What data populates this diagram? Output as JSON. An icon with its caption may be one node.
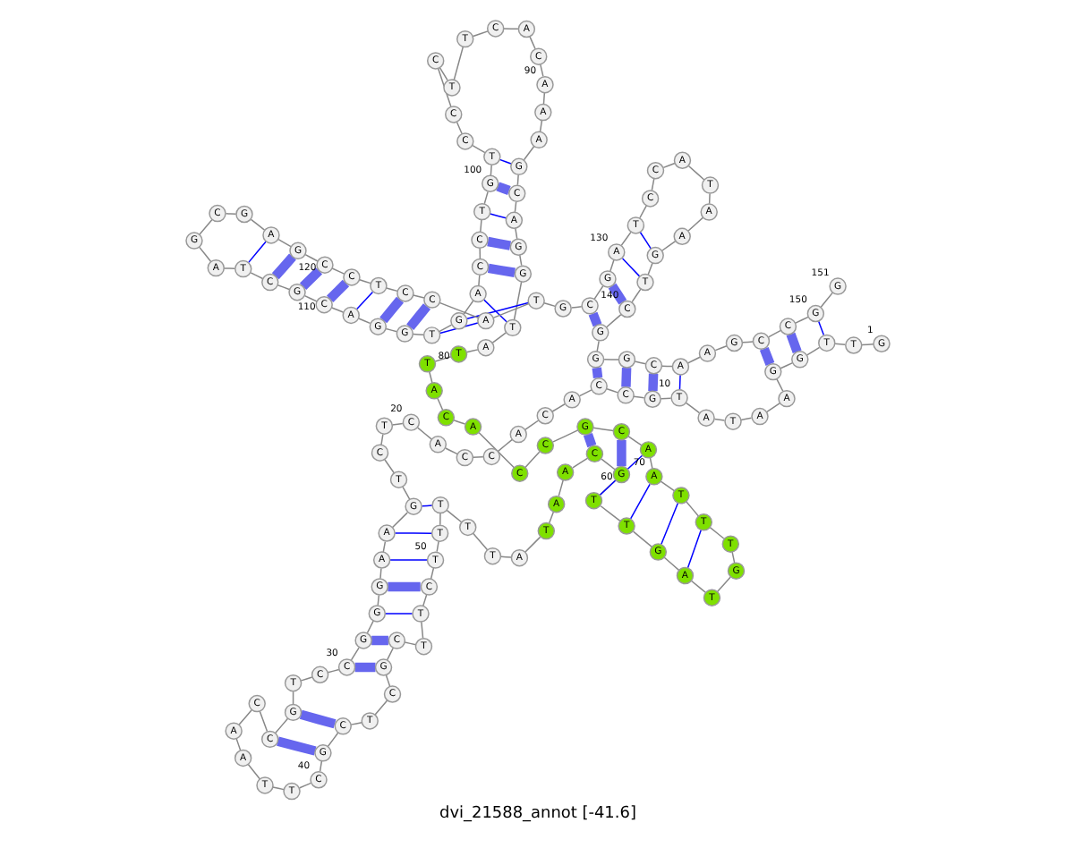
{
  "diagram": {
    "title": "dvi_21588_annot [-41.6]",
    "nodes": [
      {
        "text": [
          "G"
        ],
        "beside": [
          "1"
        ]
      },
      {
        "text": [
          "T"
        ]
      },
      {
        "text": [
          "T"
        ]
      },
      {
        "text": [
          "G"
        ]
      },
      {
        "text": [
          "G"
        ]
      },
      {
        "text": [
          "A"
        ]
      },
      {
        "text": [
          "A"
        ]
      },
      {
        "text": [
          "T"
        ]
      },
      {
        "text": [
          "A"
        ]
      },
      {
        "text": [
          "T"
        ],
        "beside": [
          "10"
        ]
      },
      {
        "text": [
          "G"
        ]
      },
      {
        "text": [
          "C"
        ]
      },
      {
        "text": [
          "C"
        ]
      },
      {
        "text": [
          "A"
        ]
      },
      {
        "text": [
          "C"
        ]
      },
      {
        "text": [
          "A"
        ]
      },
      {
        "text": [
          "C"
        ]
      },
      {
        "text": [
          "C"
        ]
      },
      {
        "text": [
          "A"
        ]
      },
      {
        "text": [
          "C"
        ],
        "beside": [
          "20"
        ]
      },
      {
        "text": [
          "T"
        ]
      },
      {
        "text": [
          "C"
        ]
      },
      {
        "text": [
          "T"
        ]
      },
      {
        "text": [
          "G"
        ]
      },
      {
        "text": [
          "A"
        ]
      },
      {
        "text": [
          "A"
        ]
      },
      {
        "text": [
          "G"
        ]
      },
      {
        "text": [
          "G"
        ]
      },
      {
        "text": [
          "G"
        ]
      },
      {
        "text": [
          "C"
        ],
        "beside": [
          "30"
        ]
      },
      {
        "text": [
          "C"
        ]
      },
      {
        "text": [
          "T"
        ]
      },
      {
        "text": [
          "G"
        ]
      },
      {
        "text": [
          "C"
        ]
      },
      {
        "text": [
          "C"
        ]
      },
      {
        "text": [
          "A"
        ]
      },
      {
        "text": [
          "A"
        ]
      },
      {
        "text": [
          "T"
        ]
      },
      {
        "text": [
          "T"
        ]
      },
      {
        "text": [
          "C"
        ],
        "beside": [
          "40"
        ]
      },
      {
        "text": [
          "G"
        ]
      },
      {
        "text": [
          "C"
        ]
      },
      {
        "text": [
          "T"
        ]
      },
      {
        "text": [
          "C"
        ]
      },
      {
        "text": [
          "G"
        ]
      },
      {
        "text": [
          "C"
        ]
      },
      {
        "text": [
          "T"
        ]
      },
      {
        "text": [
          "T"
        ]
      },
      {
        "text": [
          "C"
        ]
      },
      {
        "text": [
          "T"
        ],
        "beside": [
          "50"
        ]
      },
      {
        "text": [
          "T"
        ]
      },
      {
        "text": [
          "T"
        ]
      },
      {
        "text": [
          "T"
        ]
      },
      {
        "text": [
          "T"
        ]
      },
      {
        "text": [
          "A"
        ]
      },
      {
        "text": [
          "T"
        ]
      },
      {
        "text": [
          "A"
        ]
      },
      {
        "text": [
          "A"
        ]
      },
      {
        "text": [
          "C"
        ]
      },
      {
        "text": [
          "G"
        ],
        "beside": [
          "60"
        ]
      },
      {
        "text": [
          "T"
        ]
      },
      {
        "text": [
          "T"
        ]
      },
      {
        "text": [
          "G"
        ]
      },
      {
        "text": [
          "A"
        ]
      },
      {
        "text": [
          "T"
        ]
      },
      {
        "text": [
          "G"
        ]
      },
      {
        "text": [
          "T"
        ]
      },
      {
        "text": [
          "T"
        ]
      },
      {
        "text": [
          "T"
        ]
      },
      {
        "text": [
          "A"
        ],
        "beside": [
          "70"
        ]
      },
      {
        "text": [
          "A"
        ]
      },
      {
        "text": [
          "C"
        ]
      },
      {
        "text": [
          "G"
        ]
      },
      {
        "text": [
          "C"
        ]
      },
      {
        "text": [
          "C"
        ]
      },
      {
        "text": [
          "A"
        ]
      },
      {
        "text": [
          "C"
        ]
      },
      {
        "text": [
          "A"
        ]
      },
      {
        "text": [
          "T"
        ]
      },
      {
        "text": [
          "T"
        ],
        "beside": [
          "80"
        ]
      },
      {
        "text": [
          "A"
        ]
      },
      {
        "text": [
          "T"
        ]
      },
      {
        "text": [
          "G"
        ]
      },
      {
        "text": [
          "G"
        ]
      },
      {
        "text": [
          "A"
        ]
      },
      {
        "text": [
          "C"
        ]
      },
      {
        "text": [
          "G"
        ]
      },
      {
        "text": [
          "A"
        ]
      },
      {
        "text": [
          "A"
        ]
      },
      {
        "text": [
          "A"
        ],
        "beside": [
          "90"
        ]
      },
      {
        "text": [
          "C"
        ]
      },
      {
        "text": [
          "A"
        ]
      },
      {
        "text": [
          "C"
        ]
      },
      {
        "text": [
          "T"
        ]
      },
      {
        "text": [
          "T"
        ]
      },
      {
        "text": [
          "C"
        ]
      },
      {
        "text": [
          "C"
        ]
      },
      {
        "text": [
          "C"
        ]
      },
      {
        "text": [
          "T"
        ]
      },
      {
        "text": [
          "G"
        ],
        "beside": [
          "100"
        ]
      },
      {
        "text": [
          "T"
        ]
      },
      {
        "text": [
          "C"
        ]
      },
      {
        "text": [
          "C"
        ]
      },
      {
        "text": [
          "A"
        ]
      },
      {
        "text": [
          "G"
        ]
      },
      {
        "text": [
          "T"
        ]
      },
      {
        "text": [
          "G"
        ]
      },
      {
        "text": [
          "G"
        ]
      },
      {
        "text": [
          "A"
        ]
      },
      {
        "text": [
          "C"
        ],
        "beside": [
          "110"
        ]
      },
      {
        "text": [
          "G"
        ]
      },
      {
        "text": [
          "C"
        ]
      },
      {
        "text": [
          "T"
        ]
      },
      {
        "text": [
          "A"
        ]
      },
      {
        "text": [
          "G"
        ]
      },
      {
        "text": [
          "C"
        ]
      },
      {
        "text": [
          "G"
        ]
      },
      {
        "text": [
          "A"
        ]
      },
      {
        "text": [
          "G"
        ]
      },
      {
        "text": [
          "C"
        ],
        "beside": [
          "120"
        ]
      },
      {
        "text": [
          "C"
        ]
      },
      {
        "text": [
          "T"
        ]
      },
      {
        "text": [
          "C"
        ]
      },
      {
        "text": [
          "C"
        ]
      },
      {
        "text": [
          "A"
        ]
      },
      {
        "text": [
          "T"
        ]
      },
      {
        "text": [
          "G"
        ]
      },
      {
        "text": [
          "C"
        ]
      },
      {
        "text": [
          "G"
        ]
      },
      {
        "text": [
          "A"
        ],
        "beside": [
          "130"
        ]
      },
      {
        "text": [
          "T"
        ]
      },
      {
        "text": [
          "C"
        ]
      },
      {
        "text": [
          "C"
        ]
      },
      {
        "text": [
          "A"
        ]
      },
      {
        "text": [
          "T"
        ]
      },
      {
        "text": [
          "A"
        ]
      },
      {
        "text": [
          "A"
        ]
      },
      {
        "text": [
          "G"
        ]
      },
      {
        "text": [
          "T"
        ]
      },
      {
        "text": [
          "C"
        ],
        "beside": [
          "140"
        ]
      },
      {
        "text": [
          "G"
        ]
      },
      {
        "text": [
          "G"
        ]
      },
      {
        "text": [
          "G"
        ]
      },
      {
        "text": [
          "C"
        ]
      },
      {
        "text": [
          "A"
        ]
      },
      {
        "text": [
          "A"
        ]
      },
      {
        "text": [
          "G"
        ]
      },
      {
        "text": [
          "C"
        ]
      },
      {
        "text": [
          "C"
        ]
      },
      {
        "text": [
          "G"
        ],
        "beside": [
          "150"
        ]
      },
      {
        "text": [
          "G"
        ],
        "beside": [
          "151"
        ]
      }
    ],
    "edges": [
      {
        "from": 0,
        "to": 1,
        "arrow": "none"
      },
      {
        "from": 1,
        "to": 2,
        "arrow": "none"
      },
      {
        "from": 2,
        "to": 3,
        "arrow": "none"
      },
      {
        "from": 3,
        "to": 4,
        "arrow": "none"
      },
      {
        "from": 4,
        "to": 5,
        "arrow": "none"
      },
      {
        "from": 5,
        "to": 6,
        "arrow": "none"
      },
      {
        "from": 6,
        "to": 7,
        "arrow": "none"
      },
      {
        "from": 7,
        "to": 8,
        "arrow": "none"
      },
      {
        "from": 8,
        "to": 9,
        "arrow": "none"
      },
      {
        "from": 9,
        "to": 10,
        "arrow": "none"
      },
      {
        "from": 10,
        "to": 11,
        "arrow": "none"
      },
      {
        "from": 11,
        "to": 12,
        "arrow": "none"
      },
      {
        "from": 12,
        "to": 13,
        "arrow": "none"
      },
      {
        "from": 13,
        "to": 14,
        "arrow": "none"
      },
      {
        "from": 14,
        "to": 15,
        "arrow": "none"
      },
      {
        "from": 15,
        "to": 16,
        "arrow": "none"
      },
      {
        "from": 16,
        "to": 17,
        "arrow": "none"
      },
      {
        "from": 17,
        "to": 18,
        "arrow": "none"
      },
      {
        "from": 18,
        "to": 19,
        "arrow": "none"
      },
      {
        "from": 19,
        "to": 20,
        "arrow": "none"
      },
      {
        "from": 20,
        "to": 21,
        "arrow": "none"
      },
      {
        "from": 21,
        "to": 22,
        "arrow": "none"
      },
      {
        "from": 22,
        "to": 23,
        "arrow": "none"
      },
      {
        "from": 23,
        "to": 24,
        "arrow": "none"
      },
      {
        "from": 24,
        "to": 25,
        "arrow": "none"
      },
      {
        "from": 25,
        "to": 26,
        "arrow": "none"
      },
      {
        "from": 26,
        "to": 27,
        "arrow": "none"
      },
      {
        "from": 27,
        "to": 28,
        "arrow": "none"
      },
      {
        "from": 28,
        "to": 29,
        "arrow": "none"
      },
      {
        "from": 29,
        "to": 30,
        "arrow": "none"
      },
      {
        "from": 30,
        "to": 31,
        "arrow": "none"
      },
      {
        "from": 31,
        "to": 32,
        "arrow": "none"
      },
      {
        "from": 32,
        "to": 33,
        "arrow": "none"
      },
      {
        "from": 33,
        "to": 34,
        "arrow": "none"
      },
      {
        "from": 34,
        "to": 35,
        "arrow": "none"
      },
      {
        "from": 35,
        "to": 36,
        "arrow": "none"
      },
      {
        "from": 36,
        "to": 37,
        "arrow": "none"
      },
      {
        "from": 37,
        "to": 38,
        "arrow": "none"
      },
      {
        "from": 38,
        "to": 39,
        "arrow": "none"
      },
      {
        "from": 39,
        "to": 40,
        "arrow": "none"
      },
      {
        "from": 40,
        "to": 41,
        "arrow": "none"
      },
      {
        "from": 41,
        "to": 42,
        "arrow": "none"
      },
      {
        "from": 42,
        "to": 43,
        "arrow": "none"
      },
      {
        "from": 43,
        "to": 44,
        "arrow": "none"
      },
      {
        "from": 44,
        "to": 45,
        "arrow": "none"
      },
      {
        "from": 45,
        "to": 46,
        "arrow": "none"
      },
      {
        "from": 46,
        "to": 47,
        "arrow": "none"
      },
      {
        "from": 47,
        "to": 48,
        "arrow": "none"
      },
      {
        "from": 48,
        "to": 49,
        "arrow": "none"
      },
      {
        "from": 49,
        "to": 50,
        "arrow": "none"
      },
      {
        "from": 50,
        "to": 51,
        "arrow": "none"
      },
      {
        "from": 51,
        "to": 52,
        "arrow": "none"
      },
      {
        "from": 52,
        "to": 53,
        "arrow": "none"
      },
      {
        "from": 53,
        "to": 54,
        "arrow": "none"
      },
      {
        "from": 54,
        "to": 55,
        "arrow": "none"
      },
      {
        "from": 55,
        "to": 56,
        "arrow": "none"
      },
      {
        "from": 56,
        "to": 57,
        "arrow": "none"
      },
      {
        "from": 57,
        "to": 58,
        "arrow": "none"
      },
      {
        "from": 58,
        "to": 59,
        "arrow": "none"
      },
      {
        "from": 59,
        "to": 60,
        "arrow": "none"
      },
      {
        "from": 60,
        "to": 61,
        "arrow": "none"
      },
      {
        "from": 61,
        "to": 62,
        "arrow": "none"
      },
      {
        "from": 62,
        "to": 63,
        "arrow": "none"
      },
      {
        "from": 63,
        "to": 64,
        "arrow": "none"
      },
      {
        "from": 64,
        "to": 65,
        "arrow": "none"
      },
      {
        "from": 65,
        "to": 66,
        "arrow": "none"
      },
      {
        "from": 66,
        "to": 67,
        "arrow": "none"
      },
      {
        "from": 67,
        "to": 68,
        "arrow": "none"
      },
      {
        "from": 68,
        "to": 69,
        "arrow": "none"
      },
      {
        "from": 69,
        "to": 70,
        "arrow": "none"
      },
      {
        "from": 70,
        "to": 71,
        "arrow": "none"
      },
      {
        "from": 71,
        "to": 72,
        "arrow": "none"
      },
      {
        "from": 72,
        "to": 73,
        "arrow": "none"
      },
      {
        "from": 73,
        "to": 74,
        "arrow": "none"
      },
      {
        "from": 74,
        "to": 75,
        "arrow": "none"
      },
      {
        "from": 75,
        "to": 76,
        "arrow": "none"
      },
      {
        "from": 76,
        "to": 77,
        "arrow": "none"
      },
      {
        "from": 77,
        "to": 78,
        "arrow": "none"
      },
      {
        "from": 78,
        "to": 79,
        "arrow": "none"
      },
      {
        "from": 79,
        "to": 80,
        "arrow": "none"
      },
      {
        "from": 80,
        "to": 81,
        "arrow": "none"
      },
      {
        "from": 81,
        "to": 82,
        "arrow": "none"
      },
      {
        "from": 82,
        "to": 83,
        "arrow": "none"
      },
      {
        "from": 83,
        "to": 84,
        "arrow": "none"
      },
      {
        "from": 84,
        "to": 85,
        "arrow": "none"
      },
      {
        "from": 85,
        "to": 86,
        "arrow": "none"
      },
      {
        "from": 86,
        "to": 87,
        "arrow": "none"
      },
      {
        "from": 87,
        "to": 88,
        "arrow": "none"
      },
      {
        "from": 88,
        "to": 89,
        "arrow": "none"
      },
      {
        "from": 89,
        "to": 90,
        "arrow": "none"
      },
      {
        "from": 90,
        "to": 91,
        "arrow": "none"
      },
      {
        "from": 91,
        "to": 92,
        "arrow": "none"
      },
      {
        "from": 92,
        "to": 93,
        "arrow": "none"
      },
      {
        "from": 93,
        "to": 94,
        "arrow": "none"
      },
      {
        "from": 94,
        "to": 95,
        "arrow": "none"
      },
      {
        "from": 95,
        "to": 96,
        "arrow": "none"
      },
      {
        "from": 96,
        "to": 97,
        "arrow": "none"
      },
      {
        "from": 97,
        "to": 98,
        "arrow": "none"
      },
      {
        "from": 98,
        "to": 99,
        "arrow": "none"
      },
      {
        "from": 99,
        "to": 100,
        "arrow": "none"
      },
      {
        "from": 100,
        "to": 101,
        "arrow": "none"
      },
      {
        "from": 101,
        "to": 102,
        "arrow": "none"
      },
      {
        "from": 102,
        "to": 103,
        "arrow": "none"
      },
      {
        "from": 103,
        "to": 104,
        "arrow": "none"
      },
      {
        "from": 104,
        "to": 105,
        "arrow": "none"
      },
      {
        "from": 105,
        "to": 106,
        "arrow": "none"
      },
      {
        "from": 106,
        "to": 107,
        "arrow": "none"
      },
      {
        "from": 107,
        "to": 108,
        "arrow": "none"
      },
      {
        "from": 108,
        "to": 109,
        "arrow": "none"
      },
      {
        "from": 109,
        "to": 110,
        "arrow": "none"
      },
      {
        "from": 110,
        "to": 111,
        "arrow": "none"
      },
      {
        "from": 111,
        "to": 112,
        "arrow": "none"
      },
      {
        "from": 112,
        "to": 113,
        "arrow": "none"
      },
      {
        "from": 113,
        "to": 114,
        "arrow": "none"
      },
      {
        "from": 114,
        "to": 115,
        "arrow": "none"
      },
      {
        "from": 115,
        "to": 116,
        "arrow": "none"
      },
      {
        "from": 116,
        "to": 117,
        "arrow": "none"
      },
      {
        "from": 117,
        "to": 118,
        "arrow": "none"
      },
      {
        "from": 118,
        "to": 119,
        "arrow": "none"
      },
      {
        "from": 119,
        "to": 120,
        "arrow": "none"
      },
      {
        "from": 120,
        "to": 121,
        "arrow": "none"
      },
      {
        "from": 121,
        "to": 122,
        "arrow": "none"
      },
      {
        "from": 122,
        "to": 123,
        "arrow": "none"
      },
      {
        "from": 123,
        "to": 124,
        "arrow": "none"
      },
      {
        "from": 124,
        "to": 125,
        "arrow": "none"
      },
      {
        "from": 125,
        "to": 126,
        "arrow": "none"
      },
      {
        "from": 126,
        "to": 127,
        "arrow": "none"
      },
      {
        "from": 127,
        "to": 128,
        "arrow": "none"
      },
      {
        "from": 128,
        "to": 129,
        "arrow": "none"
      },
      {
        "from": 129,
        "to": 130,
        "arrow": "none"
      },
      {
        "from": 130,
        "to": 131,
        "arrow": "none"
      },
      {
        "from": 131,
        "to": 132,
        "arrow": "none"
      },
      {
        "from": 132,
        "to": 133,
        "arrow": "none"
      },
      {
        "from": 133,
        "to": 134,
        "arrow": "none"
      },
      {
        "from": 134,
        "to": 135,
        "arrow": "none"
      },
      {
        "from": 135,
        "to": 136,
        "arrow": "none"
      },
      {
        "from": 136,
        "to": 137,
        "arrow": "none"
      },
      {
        "from": 137,
        "to": 138,
        "arrow": "none"
      },
      {
        "from": 138,
        "to": 139,
        "arrow": "none"
      },
      {
        "from": 139,
        "to": 140,
        "arrow": "none"
      },
      {
        "from": 140,
        "to": 141,
        "arrow": "none"
      },
      {
        "from": 141,
        "to": 142,
        "arrow": "none"
      },
      {
        "from": 142,
        "to": 143,
        "arrow": "none"
      },
      {
        "from": 143,
        "to": 144,
        "arrow": "none"
      },
      {
        "from": 144,
        "to": 145,
        "arrow": "none"
      },
      {
        "from": 145,
        "to": 146,
        "arrow": "none"
      },
      {
        "from": 146,
        "to": 147,
        "arrow": "none"
      },
      {
        "from": 147,
        "to": 148,
        "arrow": "none"
      },
      {
        "from": 148,
        "to": 149,
        "arrow": "none"
      },
      {
        "from": 149,
        "to": 150,
        "arrow": "none"
      },
      {
        "from": 2,
        "to": 149,
        "arrow": "none",
        "color": "#0000ff"
      },
      {
        "from": 3,
        "to": 148,
        "arrow": "none",
        "style": "thick",
        "color": "#6666ee"
      },
      {
        "from": 4,
        "to": 147,
        "arrow": "none",
        "style": "thick",
        "color": "#6666ee"
      },
      {
        "from": 9,
        "to": 144,
        "arrow": "none",
        "color": "#0000ff"
      },
      {
        "from": 10,
        "to": 143,
        "arrow": "none",
        "style": "thick",
        "color": "#6666ee"
      },
      {
        "from": 11,
        "to": 142,
        "arrow": "none",
        "style": "thick",
        "color": "#6666ee"
      },
      {
        "from": 12,
        "to": 141,
        "arrow": "none",
        "style": "thick",
        "color": "#6666ee"
      },
      {
        "from": 23,
        "to": 51,
        "arrow": "none",
        "color": "#0000ff"
      },
      {
        "from": 24,
        "to": 50,
        "arrow": "none",
        "color": "#0000ff"
      },
      {
        "from": 25,
        "to": 49,
        "arrow": "none",
        "color": "#0000ff"
      },
      {
        "from": 26,
        "to": 48,
        "arrow": "none",
        "style": "thick",
        "color": "#6666ee"
      },
      {
        "from": 27,
        "to": 47,
        "arrow": "none",
        "color": "#0000ff"
      },
      {
        "from": 28,
        "to": 45,
        "arrow": "none",
        "style": "thick",
        "color": "#6666ee"
      },
      {
        "from": 29,
        "to": 44,
        "arrow": "none",
        "style": "thick",
        "color": "#6666ee"
      },
      {
        "from": 32,
        "to": 41,
        "arrow": "none",
        "style": "thick",
        "color": "#6666ee"
      },
      {
        "from": 33,
        "to": 40,
        "arrow": "none",
        "style": "thick",
        "color": "#6666ee"
      },
      {
        "from": 58,
        "to": 72,
        "arrow": "none",
        "style": "thick",
        "color": "#6666ee"
      },
      {
        "from": 59,
        "to": 71,
        "arrow": "none",
        "style": "thick",
        "color": "#6666ee"
      },
      {
        "from": 60,
        "to": 70,
        "arrow": "none",
        "color": "#0000ff"
      },
      {
        "from": 61,
        "to": 69,
        "arrow": "none",
        "color": "#0000ff"
      },
      {
        "from": 62,
        "to": 68,
        "arrow": "none",
        "color": "#0000ff"
      },
      {
        "from": 63,
        "to": 67,
        "arrow": "none",
        "color": "#0000ff"
      },
      {
        "from": 81,
        "to": 103,
        "arrow": "none",
        "color": "#0000ff"
      },
      {
        "from": 82,
        "to": 102,
        "arrow": "none",
        "style": "thick",
        "color": "#6666ee"
      },
      {
        "from": 83,
        "to": 101,
        "arrow": "none",
        "style": "thick",
        "color": "#6666ee"
      },
      {
        "from": 84,
        "to": 100,
        "arrow": "none",
        "color": "#0000ff"
      },
      {
        "from": 85,
        "to": 99,
        "arrow": "none",
        "style": "thick",
        "color": "#6666ee"
      },
      {
        "from": 86,
        "to": 98,
        "arrow": "none",
        "color": "#0000ff"
      },
      {
        "from": 104,
        "to": 125,
        "arrow": "none",
        "color": "#0000ff"
      },
      {
        "from": 105,
        "to": 124,
        "arrow": "none",
        "color": "#0000ff"
      },
      {
        "from": 106,
        "to": 123,
        "arrow": "none",
        "style": "thick",
        "color": "#6666ee"
      },
      {
        "from": 107,
        "to": 122,
        "arrow": "none",
        "style": "thick",
        "color": "#6666ee"
      },
      {
        "from": 108,
        "to": 121,
        "arrow": "none",
        "color": "#0000ff"
      },
      {
        "from": 109,
        "to": 120,
        "arrow": "none",
        "style": "thick",
        "color": "#6666ee"
      },
      {
        "from": 110,
        "to": 119,
        "arrow": "none",
        "style": "thick",
        "color": "#6666ee"
      },
      {
        "from": 111,
        "to": 118,
        "arrow": "none",
        "style": "thick",
        "color": "#6666ee"
      },
      {
        "from": 112,
        "to": 117,
        "arrow": "none",
        "color": "#0000ff"
      },
      {
        "from": 127,
        "to": 140,
        "arrow": "none",
        "style": "thick",
        "color": "#6666ee"
      },
      {
        "from": 128,
        "to": 139,
        "arrow": "none",
        "style": "thick",
        "color": "#6666ee"
      },
      {
        "from": 129,
        "to": 138,
        "arrow": "none",
        "color": "#0000ff"
      },
      {
        "from": 130,
        "to": 137,
        "arrow": "none",
        "color": "#0000ff"
      }
    ]
  }
}
